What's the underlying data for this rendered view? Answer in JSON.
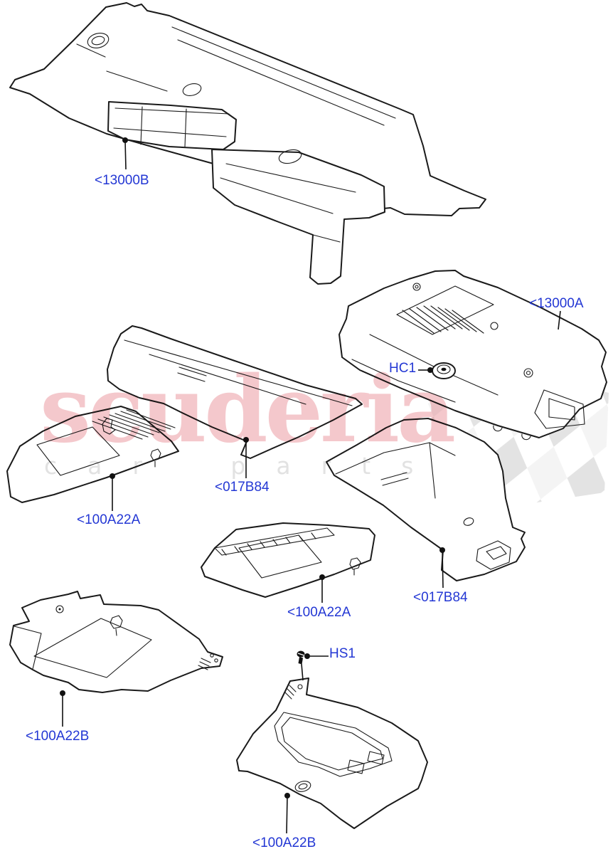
{
  "diagram": {
    "background": "#ffffff",
    "line_color": "#1a1a1a",
    "callout_color": "#2337d4",
    "callouts": [
      {
        "id": "13000B",
        "label": "<13000B"
      },
      {
        "id": "13000A",
        "label": "<13000A"
      },
      {
        "id": "HC1",
        "label": "HC1"
      },
      {
        "id": "017B84-upper",
        "label": "<017B84"
      },
      {
        "id": "100A22A-left",
        "label": "<100A22A"
      },
      {
        "id": "100A22A-center",
        "label": "<100A22A"
      },
      {
        "id": "017B84-lower",
        "label": "<017B84"
      },
      {
        "id": "100A22B-left",
        "label": "<100A22B"
      },
      {
        "id": "HS1",
        "label": "HS1"
      },
      {
        "id": "100A22B-center",
        "label": "<100A22B"
      }
    ]
  },
  "watermark": {
    "brand": "scuderia",
    "tagline": "car parts",
    "brand_color": "#f4c8cc",
    "tagline_color": "#e2e2e2",
    "flag_dark": "#e3e3e3",
    "flag_light": "#f4f4f4"
  }
}
